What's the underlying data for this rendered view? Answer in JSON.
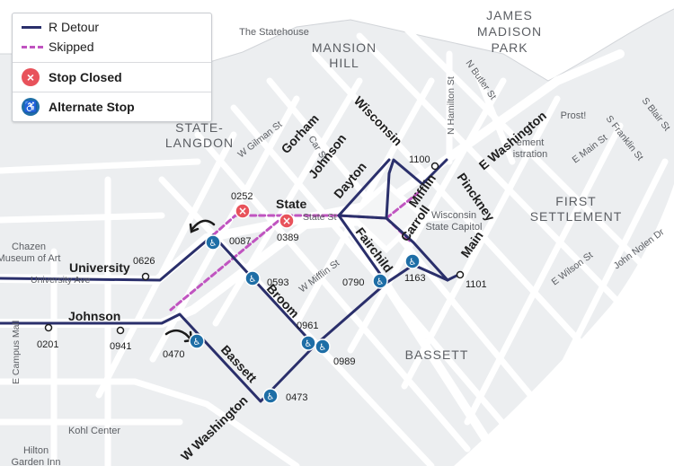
{
  "legend": {
    "detour": "R Detour",
    "skipped": "Skipped",
    "closed": "Stop Closed",
    "alternate": "Alternate Stop"
  },
  "neighborhoods": {
    "james": "JAMES",
    "madison": "MADISON",
    "park": "PARK",
    "mansion": "MANSION",
    "hill": "HILL",
    "state_dash": "STATE-",
    "langdon": "LANGDON",
    "first": "FIRST",
    "settlement": "SETTLEMENT",
    "bassett": "BASSETT"
  },
  "places": {
    "statehouse": "The Statehouse",
    "capitol_1": "Wisconsin",
    "capitol_2": "State Capitol",
    "chazen_1": "Chazen",
    "chazen_2": "Museum of Art",
    "kohl": "Kohl Center",
    "hilton_1": "Hilton",
    "hilton_2": "Garden Inn",
    "prost": "Prost!",
    "mgmt_1": "ement",
    "mgmt_2": "istration"
  },
  "streets_bold": {
    "state": "State",
    "university": "University",
    "johnson_w": "Johnson",
    "johnson_n": "Johnson",
    "gorham": "Gorham",
    "wisconsin": "Wisconsin",
    "dayton": "Dayton",
    "fairchild": "Fairchild",
    "mifflin": "Mifflin",
    "carroll": "Carroll",
    "pinckney": "Pinckney",
    "main": "Main",
    "e_washington": "E Washington",
    "broom": "Broom",
    "bassett": "Bassett",
    "w_washington": "W Washington"
  },
  "streets_minor": {
    "w_gilman": "W Gilman St",
    "n_hamilton": "N Hamilton St",
    "n_butler": "N Butler St",
    "s_blair": "S Blair St",
    "s_franklin": "S Franklin St",
    "e_main": "E Main St",
    "e_wilson": "E Wilson St",
    "john_nolen": "John Nolen Dr",
    "w_mifflin": "W Mifflin St",
    "university_ave": "University Ave",
    "e_campus": "E Campus Mall",
    "state_st": "State St",
    "car_st": "Car  St"
  },
  "stops": [
    {
      "id": "0252",
      "type": "closed"
    },
    {
      "id": "0389",
      "type": "closed"
    },
    {
      "id": "0087",
      "type": "alternate"
    },
    {
      "id": "0593",
      "type": "alternate"
    },
    {
      "id": "0961",
      "type": "alternate"
    },
    {
      "id": "0989",
      "type": "alternate"
    },
    {
      "id": "0790",
      "type": "alternate"
    },
    {
      "id": "1163",
      "type": "alternate"
    },
    {
      "id": "0470",
      "type": "alternate"
    },
    {
      "id": "0473",
      "type": "alternate"
    },
    {
      "id": "0626",
      "type": "regular"
    },
    {
      "id": "0201",
      "type": "regular"
    },
    {
      "id": "0941",
      "type": "regular"
    },
    {
      "id": "1100",
      "type": "regular"
    },
    {
      "id": "1101",
      "type": "regular"
    }
  ],
  "colors": {
    "detour": "#2a2f6b",
    "skipped": "#c054c0",
    "closed": "#e8525b",
    "alternate": "#1e6ea6",
    "water": "#ffffff",
    "land": "#eceef0",
    "road": "#ffffff"
  }
}
